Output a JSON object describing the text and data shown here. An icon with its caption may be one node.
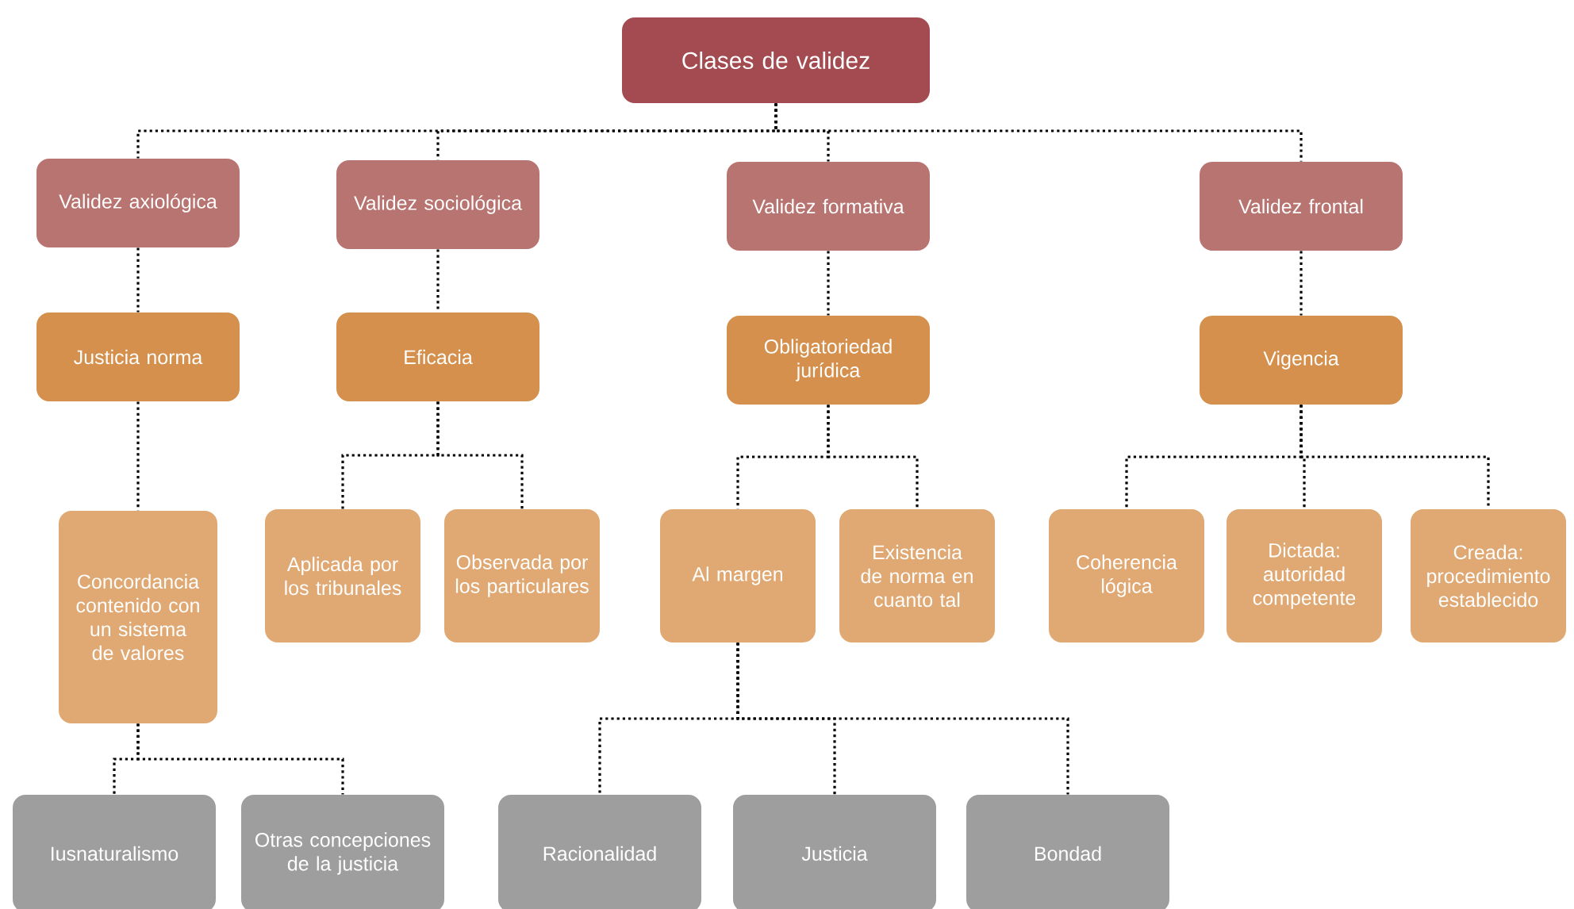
{
  "diagram": {
    "nodes": [
      {
        "text": [
          "Clases de validez"
        ]
      },
      {
        "text": [
          "Validez axiológica"
        ]
      },
      {
        "text": [
          "Validez sociológica"
        ]
      },
      {
        "text": [
          "Validez formativa"
        ]
      },
      {
        "text": [
          "Validez frontal"
        ]
      },
      {
        "text": [
          "Justicia norma"
        ]
      },
      {
        "text": [
          "Eficacia"
        ]
      },
      {
        "text": [
          "Obligatoriedad jurídica"
        ]
      },
      {
        "text": [
          "Vigencia"
        ]
      },
      {
        "text": [
          "Concordancia contenido con un sistema de valores"
        ]
      },
      {
        "text": [
          "Aplicada por los tribunales"
        ]
      },
      {
        "text": [
          "Observada por los particulares"
        ]
      },
      {
        "text": [
          "Al margen"
        ]
      },
      {
        "text": [
          "Existencia de norma en cuanto tal"
        ]
      },
      {
        "text": [
          "Coherencia lógica"
        ]
      },
      {
        "text": [
          "Dictada: autoridad competente"
        ]
      },
      {
        "text": [
          "Creada: procedimiento establecido"
        ]
      },
      {
        "text": [
          "Iusnaturalismo"
        ]
      },
      {
        "text": [
          "Otras concepciones de la justicia"
        ]
      },
      {
        "text": [
          "Racionalidad"
        ]
      },
      {
        "text": [
          "Justicia"
        ]
      },
      {
        "text": [
          "Bondad"
        ]
      }
    ],
    "edges": [
      {
        "from": 0,
        "to": 1,
        "arrow": "none"
      },
      {
        "from": 0,
        "to": 2,
        "arrow": "none"
      },
      {
        "from": 0,
        "to": 3,
        "arrow": "none"
      },
      {
        "from": 0,
        "to": 4,
        "arrow": "none"
      },
      {
        "from": 1,
        "to": 5,
        "arrow": "none"
      },
      {
        "from": 2,
        "to": 6,
        "arrow": "none"
      },
      {
        "from": 3,
        "to": 7,
        "arrow": "none"
      },
      {
        "from": 4,
        "to": 8,
        "arrow": "none"
      },
      {
        "from": 5,
        "to": 9,
        "arrow": "none"
      },
      {
        "from": 6,
        "to": 10,
        "arrow": "none"
      },
      {
        "from": 6,
        "to": 11,
        "arrow": "none"
      },
      {
        "from": 7,
        "to": 12,
        "arrow": "none"
      },
      {
        "from": 7,
        "to": 13,
        "arrow": "none"
      },
      {
        "from": 8,
        "to": 14,
        "arrow": "none"
      },
      {
        "from": 8,
        "to": 15,
        "arrow": "none"
      },
      {
        "from": 8,
        "to": 16,
        "arrow": "none"
      },
      {
        "from": 9,
        "to": 17,
        "arrow": "none"
      },
      {
        "from": 9,
        "to": 18,
        "arrow": "none"
      },
      {
        "from": 12,
        "to": 19,
        "arrow": "none"
      },
      {
        "from": 12,
        "to": 20,
        "arrow": "none"
      },
      {
        "from": 12,
        "to": 21,
        "arrow": "none"
      }
    ]
  }
}
